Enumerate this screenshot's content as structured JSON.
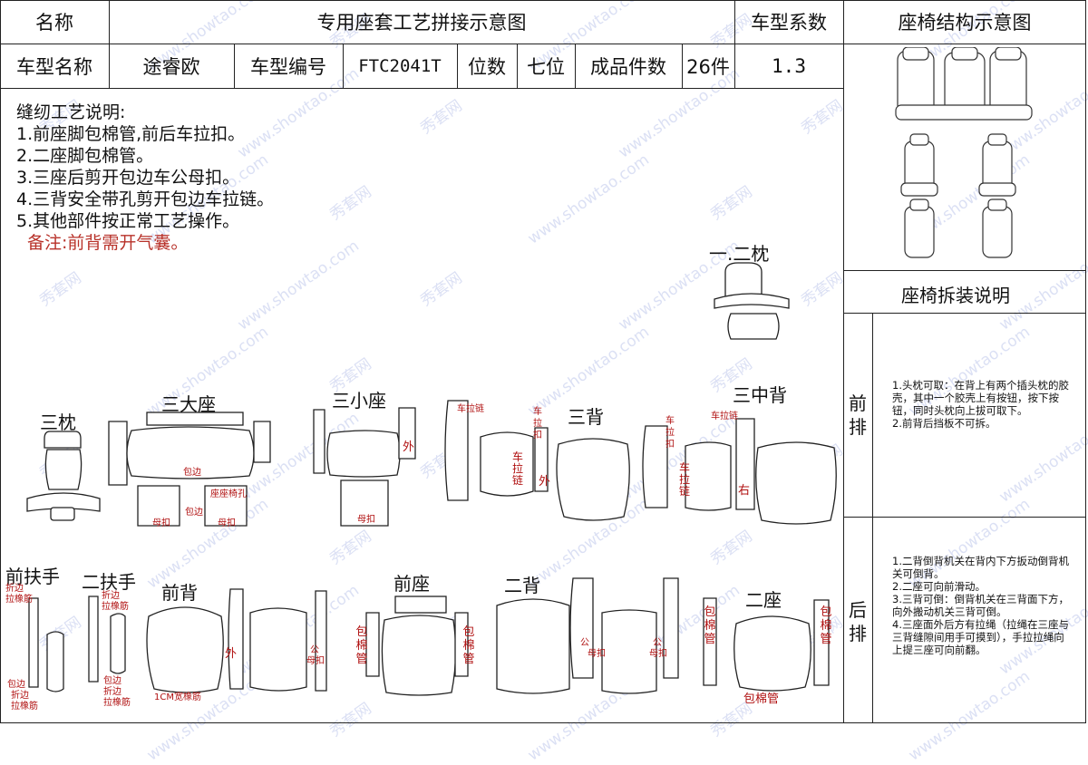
{
  "header": {
    "name_label": "名称",
    "title": "专用座套工艺拼接示意图",
    "coef_label": "车型系数",
    "structure_title": "座椅结构示意图",
    "model_name_label": "车型名称",
    "model_name": "途睿欧",
    "model_code_label": "车型编号",
    "model_code": "FTC2041T",
    "seats_label": "位数",
    "seats": "七位",
    "pieces_label": "成品件数",
    "pieces": "26件",
    "coef": "1.3"
  },
  "instructions": {
    "title": "缝纫工艺说明:",
    "items": [
      "1.前座脚包棉管,前后车拉扣。",
      "2.二座脚包棉管。",
      "3.三座后剪开包边车公母扣。",
      "4.三背安全带孔剪开包边车拉链。",
      "5.其他部件按正常工艺操作。"
    ],
    "note": "备注:前背需开气囊。"
  },
  "parts": {
    "second_pillow": "一.二枕",
    "third_pillow": "三枕",
    "third_big_seat": "三大座",
    "third_small_seat": "三小座",
    "third_back": "三背",
    "third_mid_back": "三中背",
    "front_armrest": "前扶手",
    "second_armrest": "二扶手",
    "front_back": "前背",
    "front_seat": "前座",
    "second_back": "二背",
    "second_seat": "二座"
  },
  "annotations": {
    "car_zipper": "车拉链",
    "wrap_edge": "包边",
    "female_button": "母扣",
    "outside": "外",
    "right": "右",
    "zipper_v": "车拉扣",
    "zipper_chain_v": "车拉链",
    "seat_lbl": "座座椅孔",
    "fold_edge": "折边",
    "pull_rubber": "拉橡筋",
    "wrap_cotton": "包棉管",
    "f_lbl": "公",
    "m_lbl": "母扣",
    "elastic_lbl": "1CM宽橡筋"
  },
  "side": {
    "disassembly_title": "座椅拆装说明",
    "front_row": "前排",
    "rear_row": "后排",
    "front_text": "1.头枕可取：在背上有两个插头枕的胶壳，其中一个胶壳上有按钮，按下按钮，同时头枕向上拔可取下。\n2.前背后挡板不可拆。",
    "rear_text": "1.二背倒背机关在背内下方扳动倒背机关可倒背。\n2.二座可向前滑动。\n3.三背可倒：倒背机关在三背面下方，向外搬动机关三背可倒。\n4.三座面外后方有拉绳（拉绳在三座与三背缝隙间用手可摸到），手拉拉绳向上提三座可向前翻。"
  },
  "watermark": {
    "text1": "秀套网",
    "text2": "www.showtao.com",
    "color": "#9aa8e0"
  }
}
